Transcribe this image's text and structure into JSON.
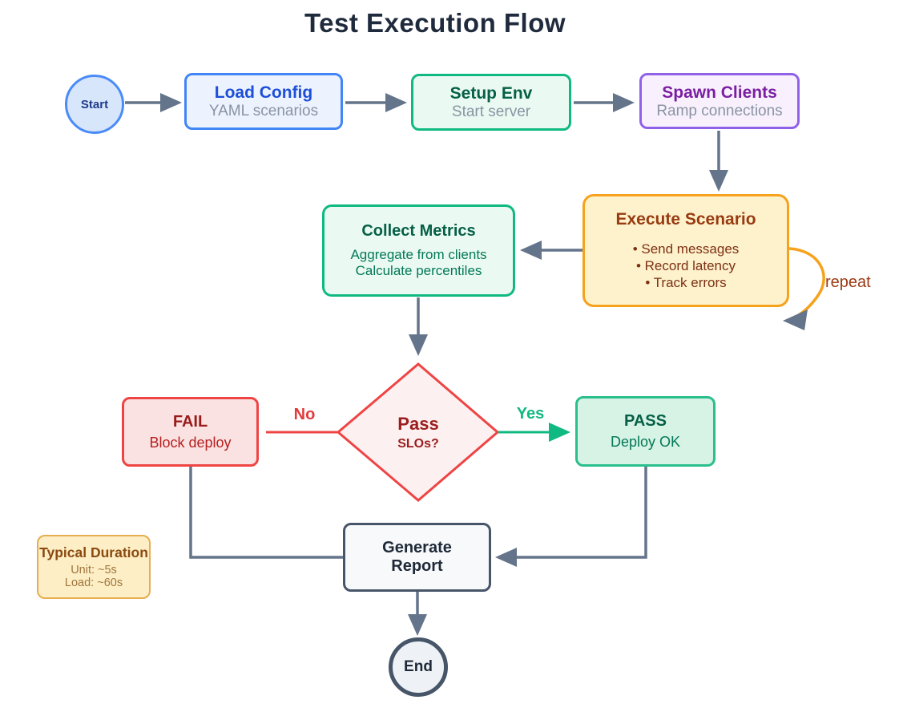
{
  "title": "Test Execution Flow",
  "nodes": {
    "start": {
      "label": "Start"
    },
    "load_config": {
      "title": "Load Config",
      "subtitle": "YAML scenarios"
    },
    "setup_env": {
      "title": "Setup Env",
      "subtitle": "Start server"
    },
    "spawn_clients": {
      "title": "Spawn Clients",
      "subtitle": "Ramp connections"
    },
    "execute_scenario": {
      "title": "Execute Scenario",
      "bullets": [
        "• Send messages",
        "• Record latency",
        "• Track errors"
      ]
    },
    "collect_metrics": {
      "title": "Collect Metrics",
      "lines": [
        "Aggregate from clients",
        "Calculate percentiles"
      ]
    },
    "decision": {
      "title": "Pass",
      "subtitle": "SLOs?"
    },
    "fail": {
      "title": "FAIL",
      "subtitle": "Block deploy"
    },
    "pass": {
      "title": "PASS",
      "subtitle": "Deploy OK"
    },
    "generate_report": {
      "lines": [
        "Generate",
        "Report"
      ]
    },
    "end": {
      "label": "End"
    }
  },
  "edge_labels": {
    "no": "No",
    "yes": "Yes",
    "repeat": "repeat"
  },
  "note": {
    "title": "Typical Duration",
    "lines": [
      "Unit: ~5s",
      "Load: ~60s"
    ]
  },
  "colors": {
    "arrow": "#64748b",
    "blue": "#4285f4",
    "green": "#10b981",
    "purple": "#9061e8",
    "orange": "#f6a21c",
    "red": "#ef4444",
    "slate": "#475569",
    "title_text": "#1f2a3c"
  }
}
